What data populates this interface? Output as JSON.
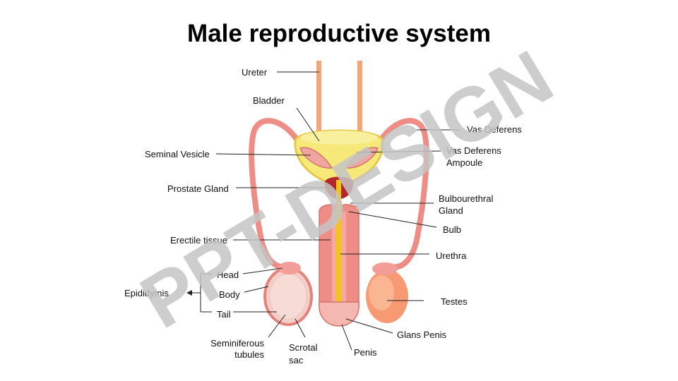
{
  "title": "Male reproductive system",
  "watermark": "PPT-DESIGN",
  "labels": {
    "ureter": "Ureter",
    "bladder": "Bladder",
    "seminal_vesicle": "Seminal  Vesicle",
    "prostate_gland": "Prostate Gland",
    "erectile_tissue": "Erectile  tissue",
    "head": "Head",
    "body": "Body",
    "tail": "Tail",
    "epididymis": "Epididymis",
    "seminiferous_1": "Seminiferous",
    "seminiferous_2": "tubules",
    "scrotal_1": "Scrotal",
    "scrotal_2": "sac",
    "penis": "Penis",
    "glans_penis": "Glans  Penis",
    "testes": "Testes",
    "urethra": "Urethra",
    "bulb": "Bulb",
    "bulbourethral_1": "Bulbourethral",
    "bulbourethral_2": "Gland",
    "vas_ampoule_1": "Vas  Deferens",
    "vas_ampoule_2": "Ampoule",
    "vas_deferens": "Vas  Deferens"
  },
  "colors": {
    "skin": "#f2a9a1",
    "tube": "#ee8c86",
    "bladder": "#f7e87a",
    "bladder_rim": "#e5c84a",
    "prostate": "#b3262b",
    "urethra": "#f3c21c",
    "testis": "#f79a73",
    "watermark": "#c4c4c4"
  }
}
